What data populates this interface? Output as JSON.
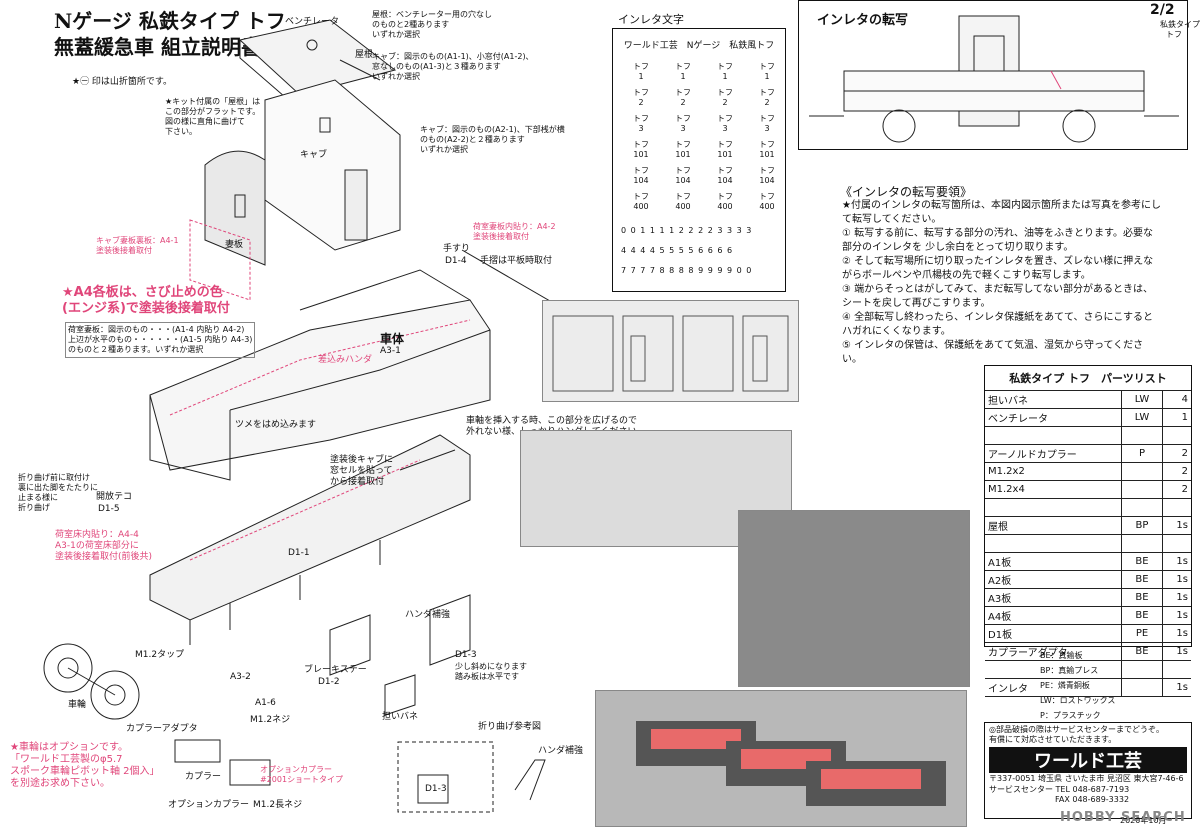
{
  "title": {
    "line1": "Nゲージ 私鉄タイプ トフ",
    "line2": "無蓋緩急車 組立説明書"
  },
  "page_no": {
    "num": "2/2",
    "sub1": "私鉄タイプ",
    "sub2": "トフ"
  },
  "fold_note": "★㊀ 印は山折箇所です。",
  "labels": {
    "ventilator": "ベンチレータ",
    "roof": "屋根",
    "cab": "キャブ",
    "tsumaita": "妻板",
    "handrail": "手すり",
    "handrail_code": "D1-4",
    "handrail_note": "手摺は平板時取付",
    "body": "車体",
    "body_code": "A3-1",
    "solder_in": "差込みハンダ",
    "tsume": "ツメをはめ込みます",
    "kaiho_teko": "開放テコ",
    "kaiho_code": "D1-5",
    "fold_before": "折り曲げ前に取付け\n裏に出た脚をたたりに\n止まる様に\n折り曲げ",
    "d1_1": "D1-1",
    "handa_hokyo": "ハンダ補強",
    "d1_3": "D1-3",
    "d1_3_note": "少し斜めになります\n踏み板は水平です",
    "brake": "ブレーキステー",
    "d1_2": "D1-2",
    "m12_tap": "M1.2タップ",
    "a3_2": "A3-2",
    "a1_6": "A1-6",
    "m12_screw": "M1.2ネジ",
    "wheel": "車輪",
    "coupler_adapter": "カプラーアダプタ",
    "coupler": "カプラー",
    "option_coupler": "オプションカプラー",
    "m12_long": "M1.2長ネジ",
    "option_note": "オプションカプラー\n#2001ショートタイプ",
    "hogai_bane": "担いバネ",
    "folding_ref": "折り曲げ参考図",
    "d1_3b": "D1-3",
    "handa_hokyo2": "ハンダ補強",
    "shaft_note": "車軸を挿入する時、この部分を広げるので\n外れない様、しっかりハンダしてください。",
    "cab_after": "塗装後キャブに\n窓セルを貼って\nから接着取付"
  },
  "notes": {
    "vent_note": "屋根：ベンチレーター用の穴なし\nのものと2種あります\nいずれか選択",
    "cab_note1": "キャブ：図示のもの(A1-1)、小窓付(A1-2)、\n窓なしのもの(A1-3)と３種あります\nいずれか選択",
    "roof_note": "★キット付属の「屋根」は\nこの部分がフラットです。\n図の様に直角に曲げて\n下さい。",
    "cab_note2": "キャブ：図示のもの(A2-1)、下部桟が横\nのもの(A2-2)と２種あります\nいずれか選択",
    "cab_tsuma_pink": "キャブ妻板裏板：A4-1\n塗装後接着取付",
    "nidai_pink": "荷室妻板内貼り：A4-2\n塗装後接着取付",
    "a4_pink": "★A4各板は、さび止めの色\n(エンジ系)で塗装後接着取付",
    "nidai_note": "荷室妻板：図示のもの・・・(A1-4 内貼り A4-2)\n上辺が水平のもの・・・・・・(A1-5 内貼り A4-3)\nのものと２種あります。いずれか選択",
    "floor_pink": "荷室床内貼り：A4-4\nA3-1の荷室床部分に\n塗装後接着取付(前後共)",
    "wheel_pink": "★車輪はオプションです。\n「ワールド工芸製のφ5.7\nスポーク車輪ピボット軸 2個入」\nを別途お求め下さい。"
  },
  "inlet": {
    "title": "インレタ文字",
    "header": "ワールド工芸　Nゲージ　私鉄風トフ",
    "rows": [
      [
        "トフ\n1",
        "トフ\n1",
        "トフ\n1",
        "トフ\n1"
      ],
      [
        "トフ\n2",
        "トフ\n2",
        "トフ\n2",
        "トフ\n2"
      ],
      [
        "トフ\n3",
        "トフ\n3",
        "トフ\n3",
        "トフ\n3"
      ],
      [
        "トフ\n101",
        "トフ\n101",
        "トフ\n101",
        "トフ\n101"
      ],
      [
        "トフ\n104",
        "トフ\n104",
        "トフ\n104",
        "トフ\n104"
      ],
      [
        "トフ\n400",
        "トフ\n400",
        "トフ\n400",
        "トフ\n400"
      ]
    ],
    "digits1": "0 0 1 1 1 1 2 2 2 2 3 3 3 3",
    "digits2": "4 4 4 4 5 5 5 5 6 6 6 6",
    "digits3": "7 7 7 7 8 8 8 8 9 9 9 9 0 0"
  },
  "transfer": {
    "title": "インレタの転写",
    "guide_title": "《インレタの転写要領》",
    "intro": "★付属のインレタの転写箇所は、本図内図示箇所または写真を参考にして転写してください。",
    "steps": [
      "① 転写する前に、転写する部分の汚れ、油等をふきとります。必要な部分のインレタを 少し余白をとって切り取ります。",
      "② そして転写場所に切り取ったインレタを置き、ズレない様に押えながらボールペンや爪楊枝の先で軽くこすり転写します。",
      "③ 端からそっとはがしてみて、まだ転写してない部分があるときは、シートを戻して再びこすります。",
      "④ 全部転写し終わったら、インレタ保護紙をあてて、さらにこするとハガれにくくなります。",
      "⑤ インレタの保管は、保護紙をあてて気温、湿気から守ってください。"
    ]
  },
  "parts": {
    "title": "私鉄タイプ トフ　パーツリスト",
    "rows": [
      {
        "name": "担いバネ",
        "code": "LW",
        "qty": "4"
      },
      {
        "name": "ベンチレータ",
        "code": "LW",
        "qty": "1"
      },
      {
        "name": "",
        "code": "",
        "qty": ""
      },
      {
        "name": "アーノルドカプラー",
        "code": "P",
        "qty": "2"
      },
      {
        "name": "M1.2x2",
        "code": "",
        "qty": "2"
      },
      {
        "name": "M1.2x4",
        "code": "",
        "qty": "2"
      },
      {
        "name": "",
        "code": "",
        "qty": ""
      },
      {
        "name": "屋根",
        "code": "BP",
        "qty": "1s"
      },
      {
        "name": "",
        "code": "",
        "qty": ""
      },
      {
        "name": "A1板",
        "code": "BE",
        "qty": "1s"
      },
      {
        "name": "A2板",
        "code": "BE",
        "qty": "1s"
      },
      {
        "name": "A3板",
        "code": "BE",
        "qty": "1s"
      },
      {
        "name": "A4板",
        "code": "BE",
        "qty": "1s"
      },
      {
        "name": "D1板",
        "code": "PE",
        "qty": "1s"
      },
      {
        "name": "カプラーアダプタ",
        "code": "BE",
        "qty": "1s"
      },
      {
        "name": "",
        "code": "",
        "qty": ""
      },
      {
        "name": "インレタ",
        "code": "",
        "qty": "1s"
      }
    ],
    "legend": [
      "BE：真鍮板",
      "BP：真鍮プレス",
      "PE：燐青銅板",
      "LW：ロストワックス",
      "P：プラスチック"
    ]
  },
  "company": {
    "note": "◎部品破損の際はサービスセンターまでどうぞ。\n有償にて対応させていただきます。",
    "name": "ワールド工芸",
    "address": "〒337-0051 埼玉県 さいたま市 見沼区 東大宮7-46-6",
    "tel": "サービスセンター TEL 048-687-7193",
    "fax": "FAX 048-689-3332",
    "date": "2020年10月"
  },
  "watermark": "HOBBY SEARCH"
}
